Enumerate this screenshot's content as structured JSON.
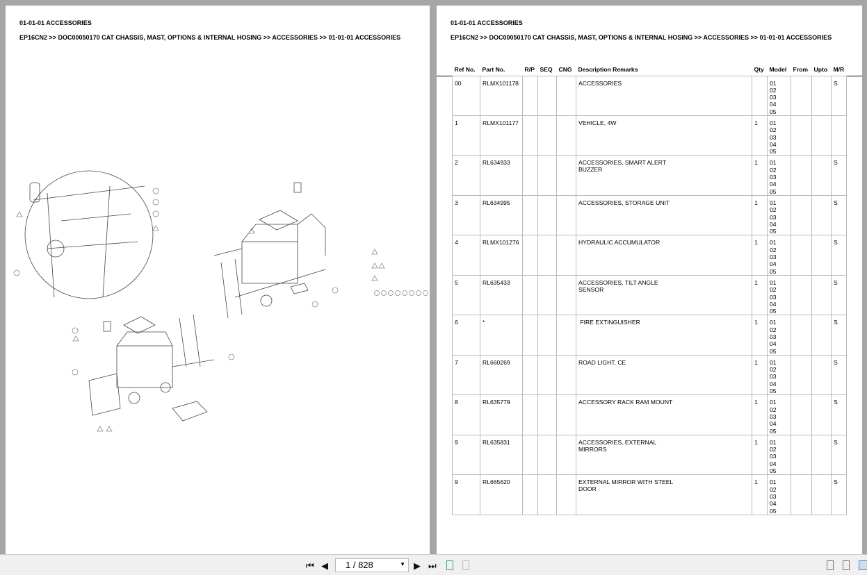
{
  "left_page": {
    "title": "01-01-01 ACCESSORIES",
    "breadcrumb": "EP16CN2 >> DOC00050170 CAT CHASSIS, MAST, OPTIONS & INTERNAL HOSING >> ACCESSORIES >> 01-01-01 ACCESSORIES"
  },
  "right_page": {
    "title": "01-01-01 ACCESSORIES",
    "breadcrumb": "EP16CN2 >> DOC00050170 CAT CHASSIS, MAST, OPTIONS & INTERNAL HOSING >> ACCESSORIES >> 01-01-01 ACCESSORIES"
  },
  "table": {
    "columns": [
      "Ref No.",
      "Part No.",
      "R/P",
      "SEQ",
      "CNG",
      "Description Remarks",
      "Qty",
      "Model",
      "From",
      "Upto",
      "M/R"
    ],
    "rows": [
      {
        "ref": "00",
        "part": "RLMX101178",
        "desc": [
          "ACCESSORIES"
        ],
        "qty": "",
        "models": [
          "01",
          "02",
          "03",
          "04",
          "05"
        ],
        "mr": "S"
      },
      {
        "ref": "1",
        "part": "RLMX101177",
        "desc": [
          "VEHICLE, 4W"
        ],
        "qty": "1",
        "models": [
          "01",
          "02",
          "03",
          "04",
          "05"
        ],
        "mr": ""
      },
      {
        "ref": "2",
        "part": "RL634933",
        "desc": [
          "ACCESSORIES, SMART ALERT",
          "BUZZER"
        ],
        "qty": "1",
        "models": [
          "01",
          "02",
          "03",
          "04",
          "05"
        ],
        "mr": "S"
      },
      {
        "ref": "3",
        "part": "RL634995",
        "desc": [
          "ACCESSORIES, STORAGE UNIT"
        ],
        "qty": "1",
        "models": [
          "01",
          "02",
          "03",
          "04",
          "05"
        ],
        "mr": "S"
      },
      {
        "ref": "4",
        "part": "RLMX101276",
        "desc": [
          "HYDRAULIC ACCUMULATOR"
        ],
        "qty": "1",
        "models": [
          "01",
          "02",
          "03",
          "04",
          "05"
        ],
        "mr": "S"
      },
      {
        "ref": "5",
        "part": "RL635433",
        "desc": [
          "ACCESSORIES, TILT ANGLE",
          "SENSOR"
        ],
        "qty": "1",
        "models": [
          "01",
          "02",
          "03",
          "04",
          "05"
        ],
        "mr": "S"
      },
      {
        "ref": "6",
        "part": "*",
        "desc": [
          " FIRE EXTINGUISHER"
        ],
        "qty": "1",
        "models": [
          "01",
          "02",
          "03",
          "04",
          "05"
        ],
        "mr": "S"
      },
      {
        "ref": "7",
        "part": "RL660269",
        "desc": [
          "ROAD LIGHT, CE"
        ],
        "qty": "1",
        "models": [
          "01",
          "02",
          "03",
          "04",
          "05"
        ],
        "mr": "S"
      },
      {
        "ref": "8",
        "part": "RL635779",
        "desc": [
          "ACCESSORY RACK RAM MOUNT"
        ],
        "qty": "1",
        "models": [
          "01",
          "02",
          "03",
          "04",
          "05"
        ],
        "mr": "S"
      },
      {
        "ref": "9",
        "part": "RL635831",
        "desc": [
          "ACCESSORIES, EXTERNAL",
          "MIRRORS"
        ],
        "qty": "1",
        "models": [
          "01",
          "02",
          "03",
          "04",
          "05"
        ],
        "mr": "S"
      },
      {
        "ref": "9",
        "part": "RL665620",
        "desc": [
          "EXTERNAL MIRROR WITH STEEL",
          "DOOR"
        ],
        "qty": "1",
        "models": [
          "01",
          "02",
          "03",
          "04",
          "05"
        ],
        "mr": "S"
      }
    ]
  },
  "toolbar": {
    "page_indicator": "1 / 828",
    "icons": [
      "first-page-icon",
      "prev-page-icon",
      "next-page-icon",
      "last-page-icon",
      "fit-page-icon",
      "fit-width-icon",
      "single-page-view-icon",
      "continuous-view-icon",
      "two-page-view-icon"
    ]
  }
}
